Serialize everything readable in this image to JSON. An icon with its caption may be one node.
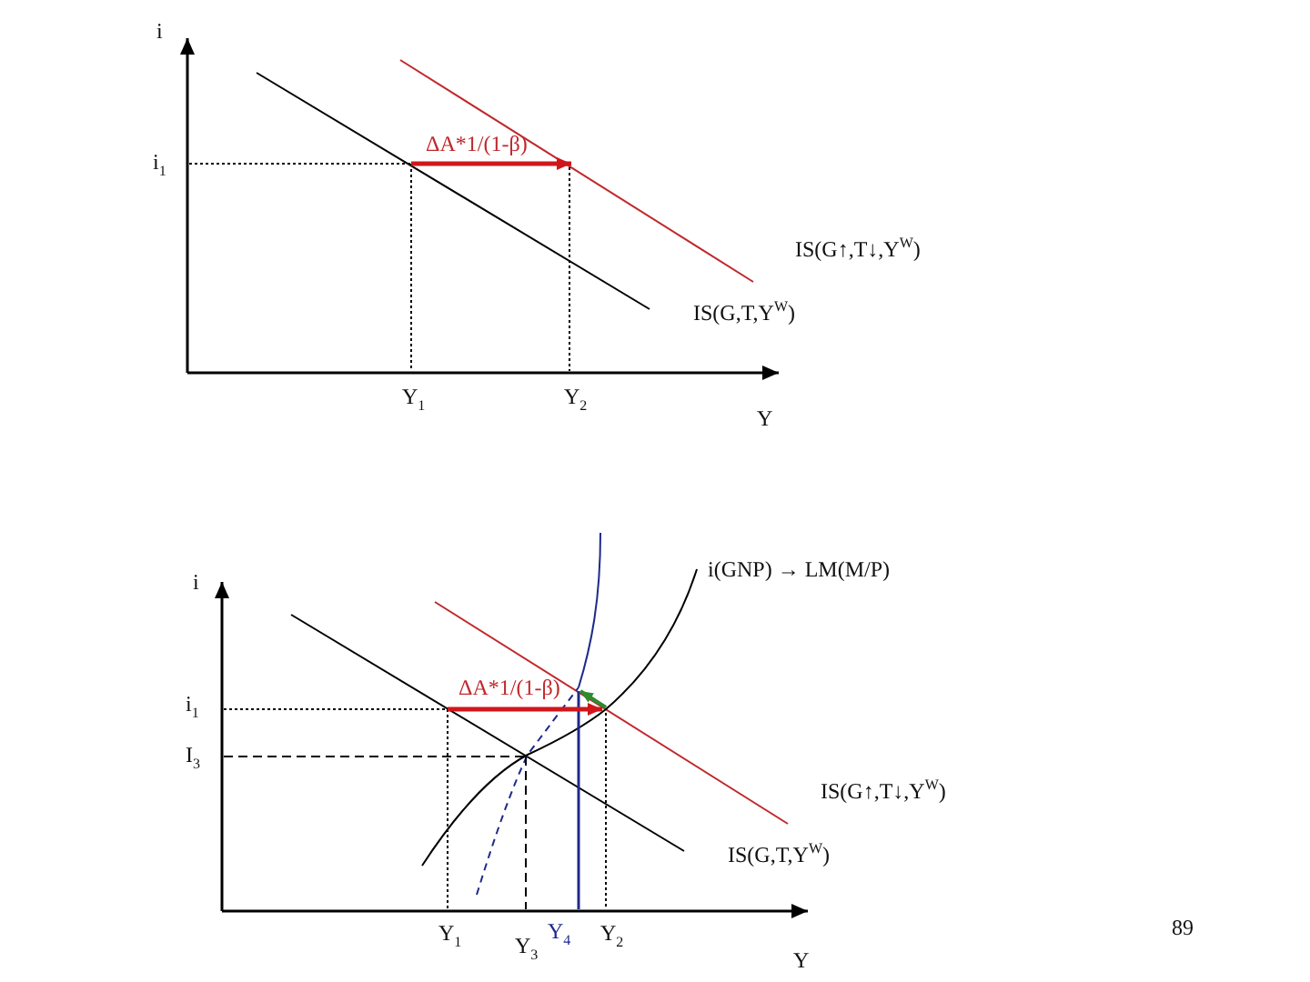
{
  "diagram": {
    "labels": [
      "i",
      "i$_{1}$",
      "ΔA*1/(1-β)",
      "IS(G↑,T↓,Y$^{W}$)",
      "IS(G,T,Y$^{W}$)",
      "Y$_{1}$",
      "Y$_{2}$",
      "Y",
      "i(GNP) → LM(M/P)",
      "i",
      "ΔA*1/(1-β)",
      "i$_{1}$",
      "I$_{3}$",
      "IS(G↑,T↓,Y$^{W}$)",
      "IS(G,T,Y$^{W}$)",
      "Y$_{1}$",
      "Y$_{3}$",
      "Y$_{4}$",
      "Y$_{2}$",
      "89",
      "Y"
    ]
  }
}
